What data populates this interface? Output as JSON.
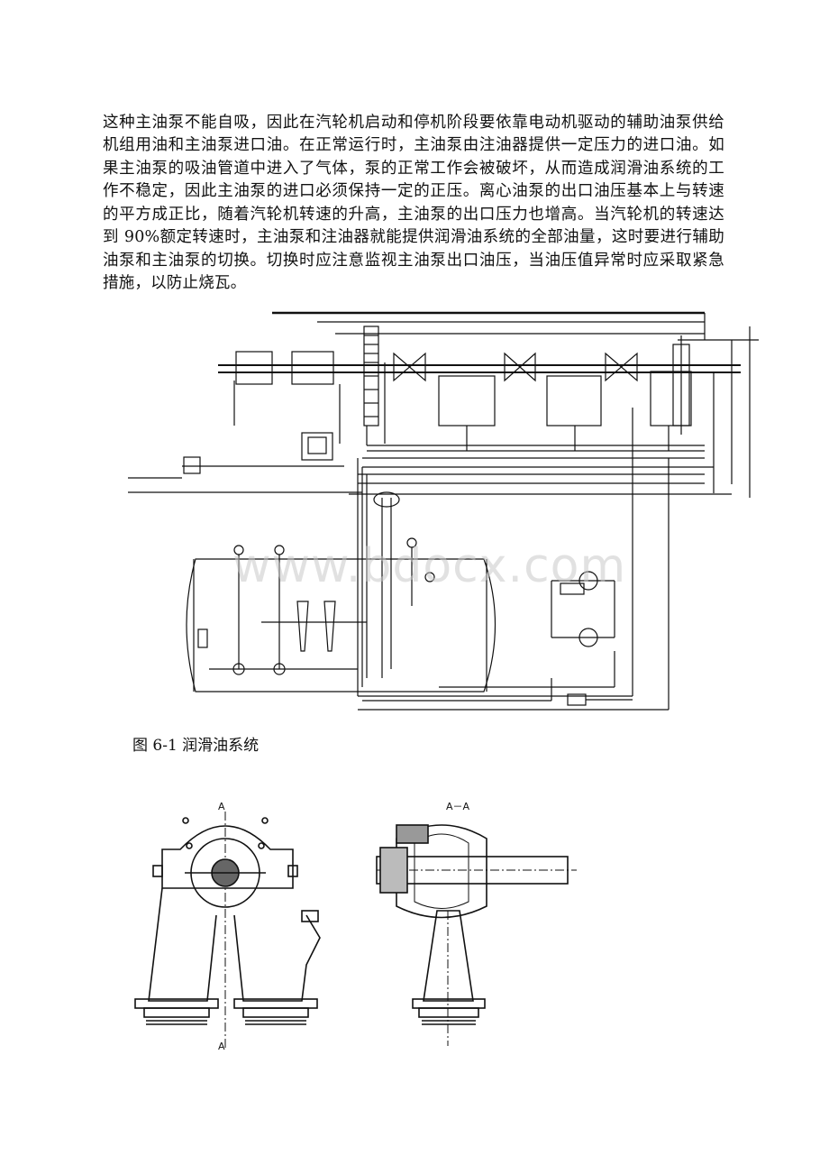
{
  "paragraph": "这种主油泵不能自吸，因此在汽轮机启动和停机阶段要依靠电动机驱动的辅助油泵供给机组用油和主油泵进口油。在正常运行时，主油泵由注油器提供一定压力的进口油。如果主油泵的吸油管道中进入了气体，泵的正常工作会被破坏，从而造成润滑油系统的工作不稳定，因此主油泵的进口必须保持一定的正压。离心油泵的出口油压基本上与转速的平方成正比，随着汽轮机转速的升高，主油泵的出口压力也增高。当汽轮机的转速达到 90%额定转速时，主油泵和注油器就能提供润滑油系统的全部油量，这时要进行辅助油泵和主油泵的切换。切换时应注意监视主油泵出口油压，当油压值异常时应采取紧急措施，以防止烧瓦。",
  "watermark": "www.bdocx.com",
  "figure1_caption": "图 6-1 润滑油系统",
  "figure2": {
    "section_marker_top": "A",
    "section_marker_bottom": "A",
    "section_title": "A－A"
  }
}
